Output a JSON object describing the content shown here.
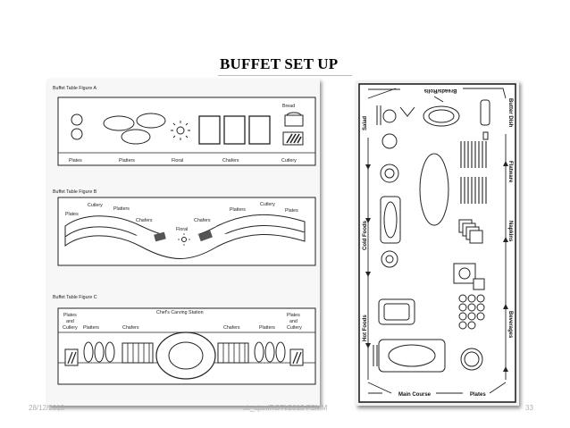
{
  "slide": {
    "title": "BUFFET SET UP",
    "footer_date": "28/12/2013",
    "footer_author": "sk_ajaniROTI/2013 FSMM",
    "page_number": "33"
  },
  "figure_a": {
    "caption": "Buffet Table Figure A",
    "labels": {
      "bread": "Bread",
      "plates": "Plates",
      "platters": "Platters",
      "floral": "Floral",
      "chafers": "Chafers",
      "cutlery": "Cutlery"
    }
  },
  "figure_b": {
    "caption": "Buffet Table Figure B",
    "labels": {
      "plates": "Plates",
      "cutlery_left": "Cutlery",
      "platters_left": "Platters",
      "chafers_left": "Chafers",
      "chafers_right": "Chafers",
      "floral": "Floral",
      "platters_right": "Platters",
      "cutlery_right": "Cutlery",
      "plates_right": "Plates"
    }
  },
  "figure_c": {
    "caption": "Buffet Table Figure C",
    "labels": {
      "plates_left_1": "Plates",
      "plates_left_2": "and",
      "plates_left_3": "Cutlery",
      "platters_left": "Platters",
      "chafers_left": "Chafers",
      "station": "Chef's Carving Station",
      "chafers_right": "Chafers",
      "platters_right": "Platters",
      "plates_right_1": "Plates",
      "plates_right_2": "and",
      "plates_right_3": "Cutlery"
    }
  },
  "layout_map": {
    "labels": {
      "breads": "Breads/Rolls",
      "butter": "Butter Dish",
      "salad": "Salad",
      "flatware": "Flatware",
      "cold_foods": "Cold Foods",
      "napkins": "Napkins",
      "hot_foods": "Hot Foods",
      "beverages": "Beverages",
      "main_course": "Main Course",
      "plates": "Plates"
    }
  }
}
